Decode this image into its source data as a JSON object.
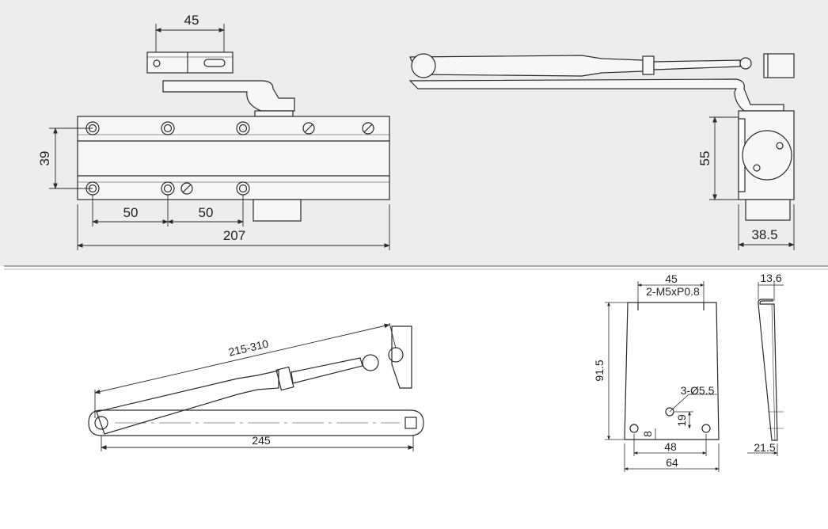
{
  "top_panel": {
    "front_view": {
      "arm_width": "45",
      "height": "39",
      "hole_pitch_left": "50",
      "hole_pitch_right": "50",
      "overall_length": "207"
    },
    "side_view": {
      "height": "55",
      "depth": "38.5"
    }
  },
  "bottom_panel": {
    "arm_view": {
      "rod_length": "215-310",
      "arm_length": "245"
    },
    "bracket_front": {
      "top_width": "45",
      "thread_spec": "2-M5xP0.8",
      "height": "91.5",
      "hole_spec": "3-Ø5.5",
      "hole_vertical": "19",
      "hole_offset": "8",
      "hole_pitch": "48",
      "base_width": "64"
    },
    "bracket_side": {
      "top_depth": "13.6",
      "base_depth": "21.5"
    }
  },
  "colors": {
    "top_background": "#ededed",
    "line": "#2a2a2a",
    "divider": "#8a8a8a"
  }
}
